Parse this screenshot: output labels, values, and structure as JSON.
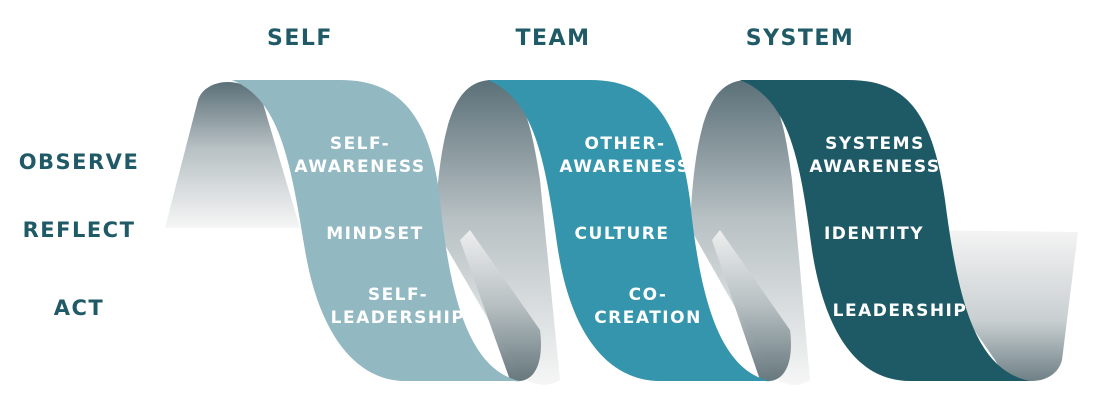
{
  "columns": [
    {
      "label": "SELF"
    },
    {
      "label": "TEAM"
    },
    {
      "label": "SYSTEM"
    }
  ],
  "rows": [
    {
      "label": "OBSERVE"
    },
    {
      "label": "REFLECT"
    },
    {
      "label": "ACT"
    }
  ],
  "cells": [
    [
      "SELF-\nAWARENESS",
      "MINDSET",
      "SELF-\nLEADERSHIP"
    ],
    [
      "OTHER-\nAWARENESS",
      "CULTURE",
      "CO-\nCREATION"
    ],
    [
      "SYSTEMS\nAWARENESS",
      "IDENTITY",
      "LEADERSHIP"
    ]
  ],
  "colors": {
    "heading": "#1f5a66",
    "self_band": "#92b8c2",
    "team_band": "#3595ac",
    "system_band": "#1e5a66",
    "fold_dark": "#5b7078",
    "fold_light": "#f4f4f4",
    "cell_text": "#ffffff"
  }
}
